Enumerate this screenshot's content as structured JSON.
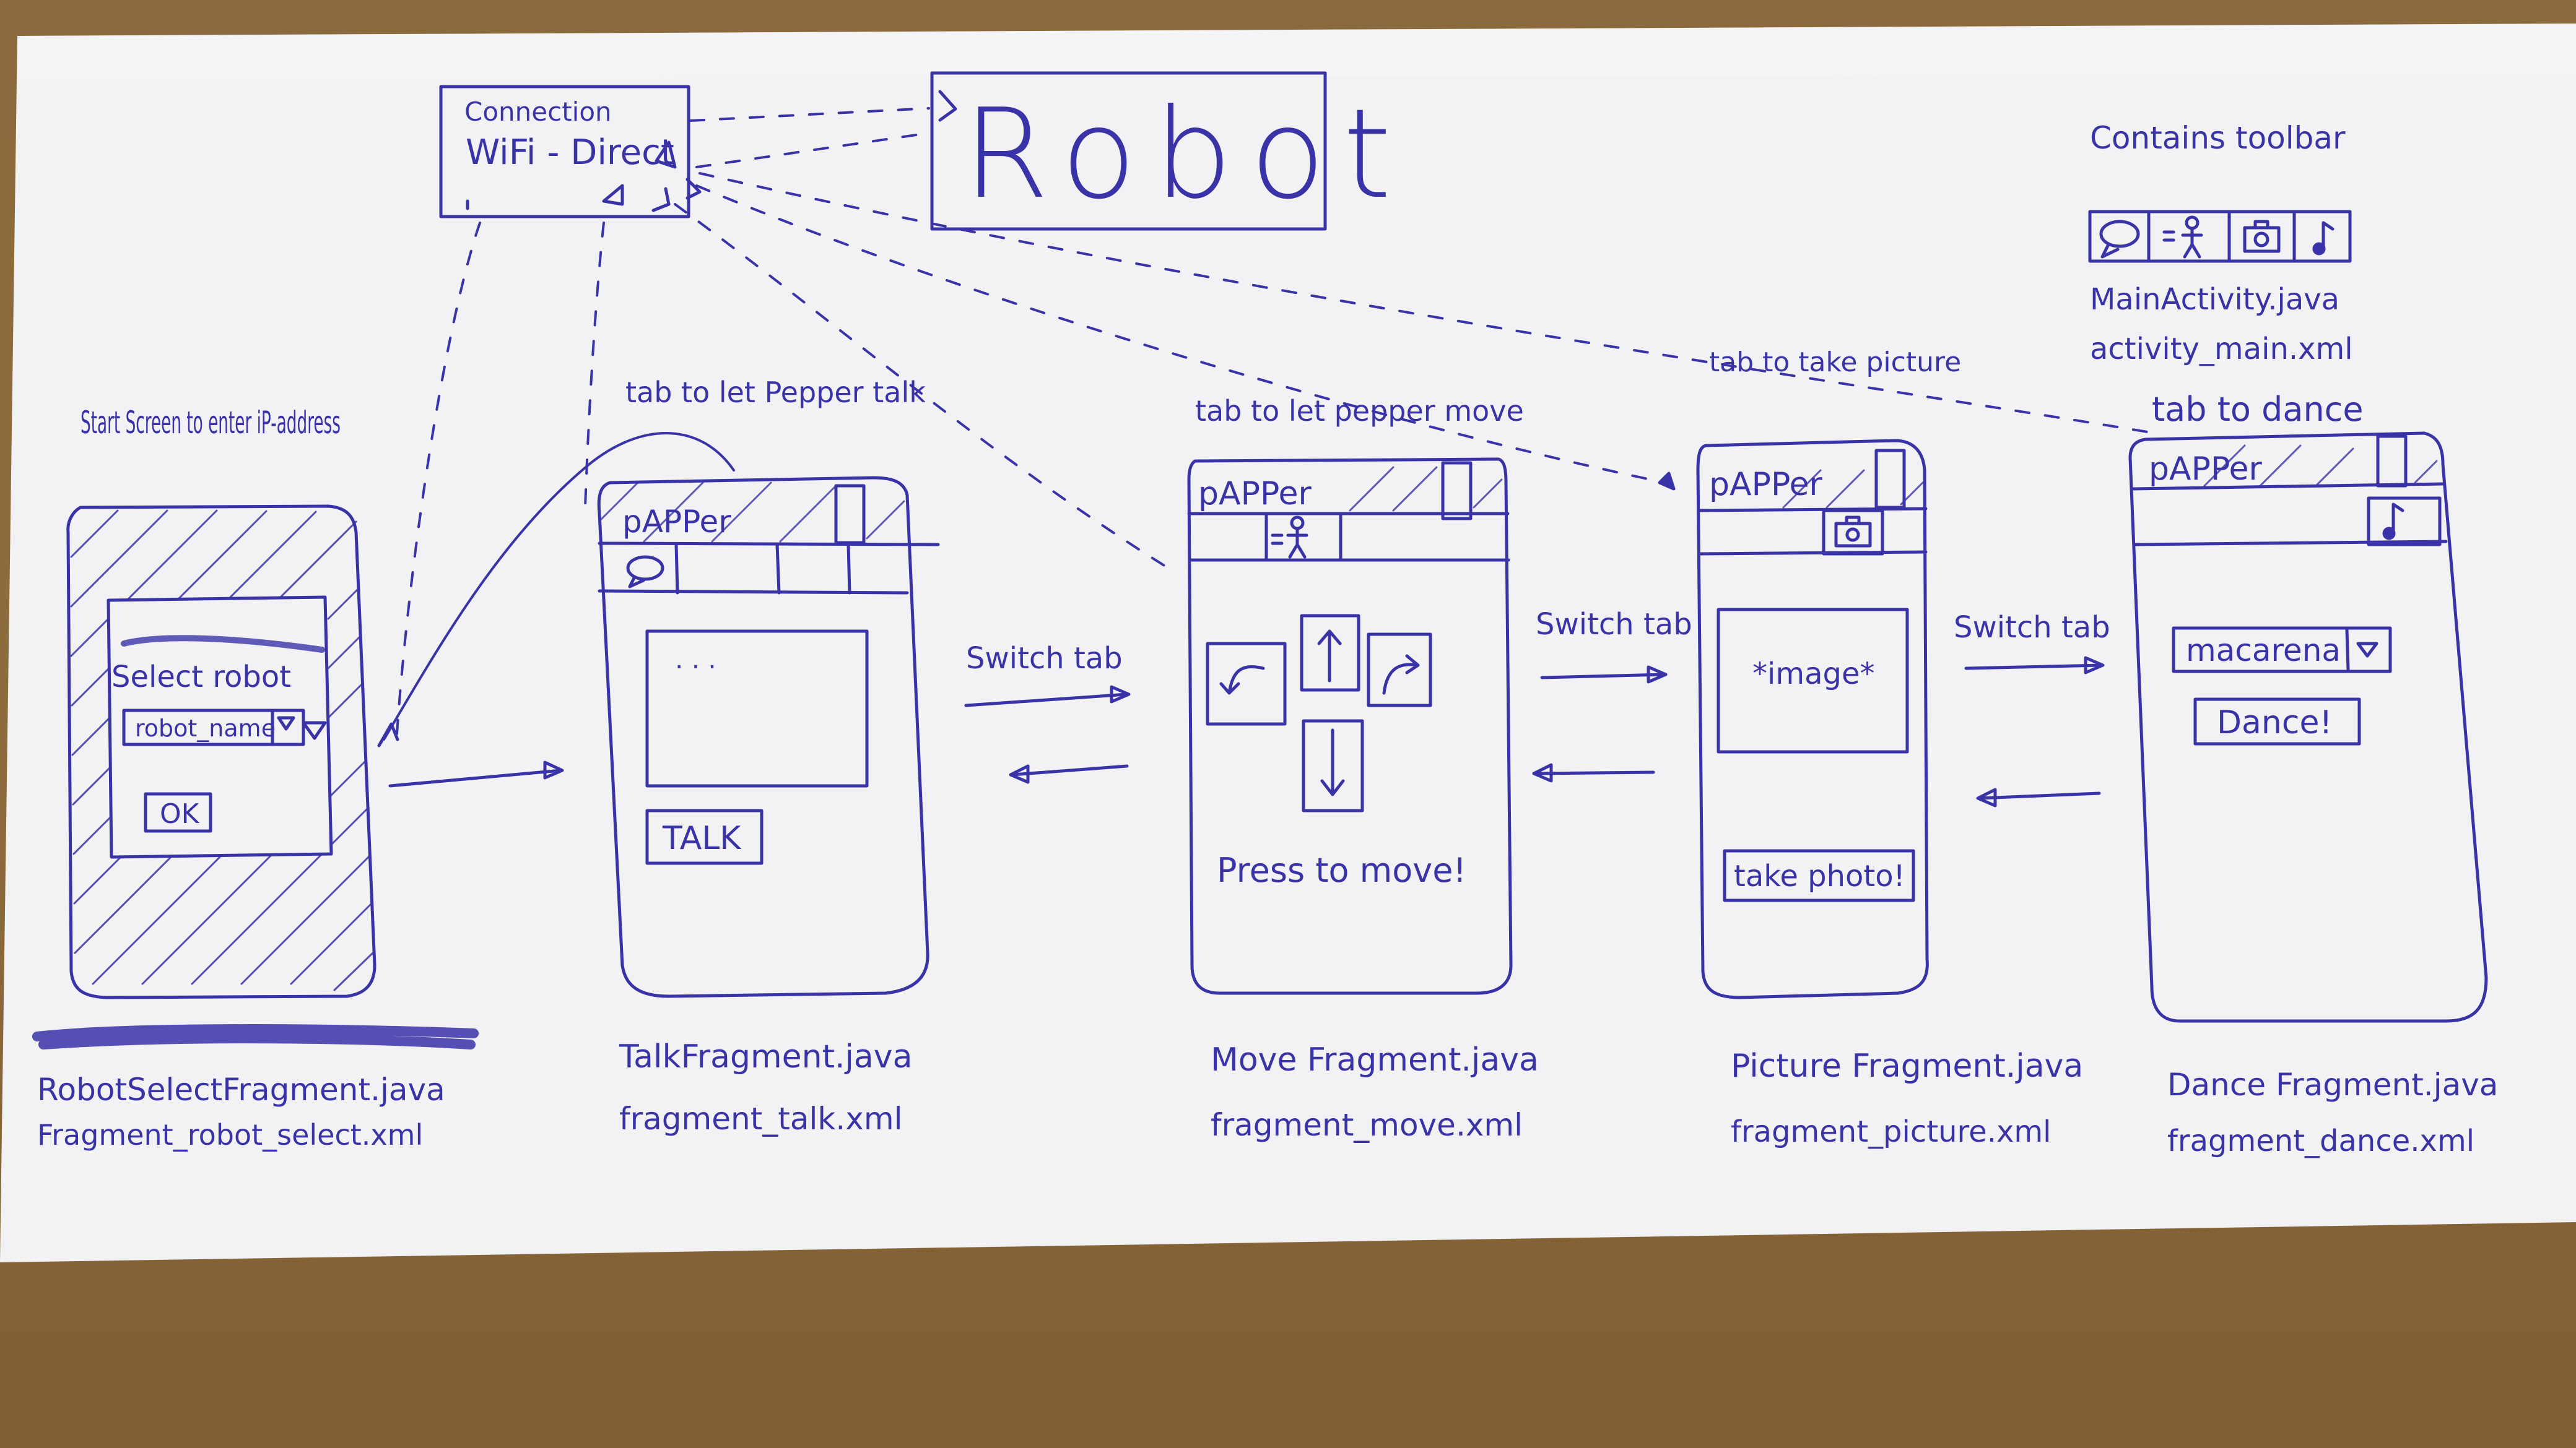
{
  "ink_color": "#3a33a8",
  "paper_color": "#f3f3f5",
  "desk_color": "#8a6a3c",
  "connection_box": {
    "line1": "Connection",
    "line2": "WiFi - Direct"
  },
  "robot_box": {
    "label": "Robot"
  },
  "toolbar_note": {
    "title": "Contains toolbar",
    "icons": [
      "speech-icon",
      "walking-person-icon",
      "camera-icon",
      "music-note-icon"
    ]
  },
  "main_activity": {
    "line1": "MainActivity.java",
    "line2": "activity_main.xml"
  },
  "screens": {
    "robot_select": {
      "caption": "Start Screen to enter iP-address",
      "select_label": "Select robot",
      "dropdown_value": "robot_name",
      "ok_label": "OK",
      "file_java": "RobotSelectFragment.java",
      "file_xml": "Fragment_robot_select.xml"
    },
    "talk": {
      "caption": "tab to let Pepper talk",
      "app_title": "pAPPer",
      "input_text": ". . .",
      "button_label": "TALK",
      "file_java": "TalkFragment.java",
      "file_xml": "fragment_talk.xml"
    },
    "move": {
      "caption": "tab to let pepper move",
      "app_title": "pAPPer",
      "press_text": "Press to move!",
      "file_java": "Move Fragment.java",
      "file_xml": "fragment_move.xml"
    },
    "picture": {
      "caption": "tab to take picture",
      "app_title": "pAPPer",
      "image_text": "*image*",
      "button_label": "take photo!",
      "file_java": "Picture Fragment.java",
      "file_xml": "fragment_picture.xml"
    },
    "dance": {
      "caption": "tab to dance",
      "app_title": "pAPPer",
      "dropdown_value": "macarena",
      "button_label": "Dance!",
      "file_java": "Dance Fragment.java",
      "file_xml": "fragment_dance.xml"
    }
  },
  "switch_labels": [
    "Switch tab",
    "Switch tab",
    "Switch tab"
  ]
}
